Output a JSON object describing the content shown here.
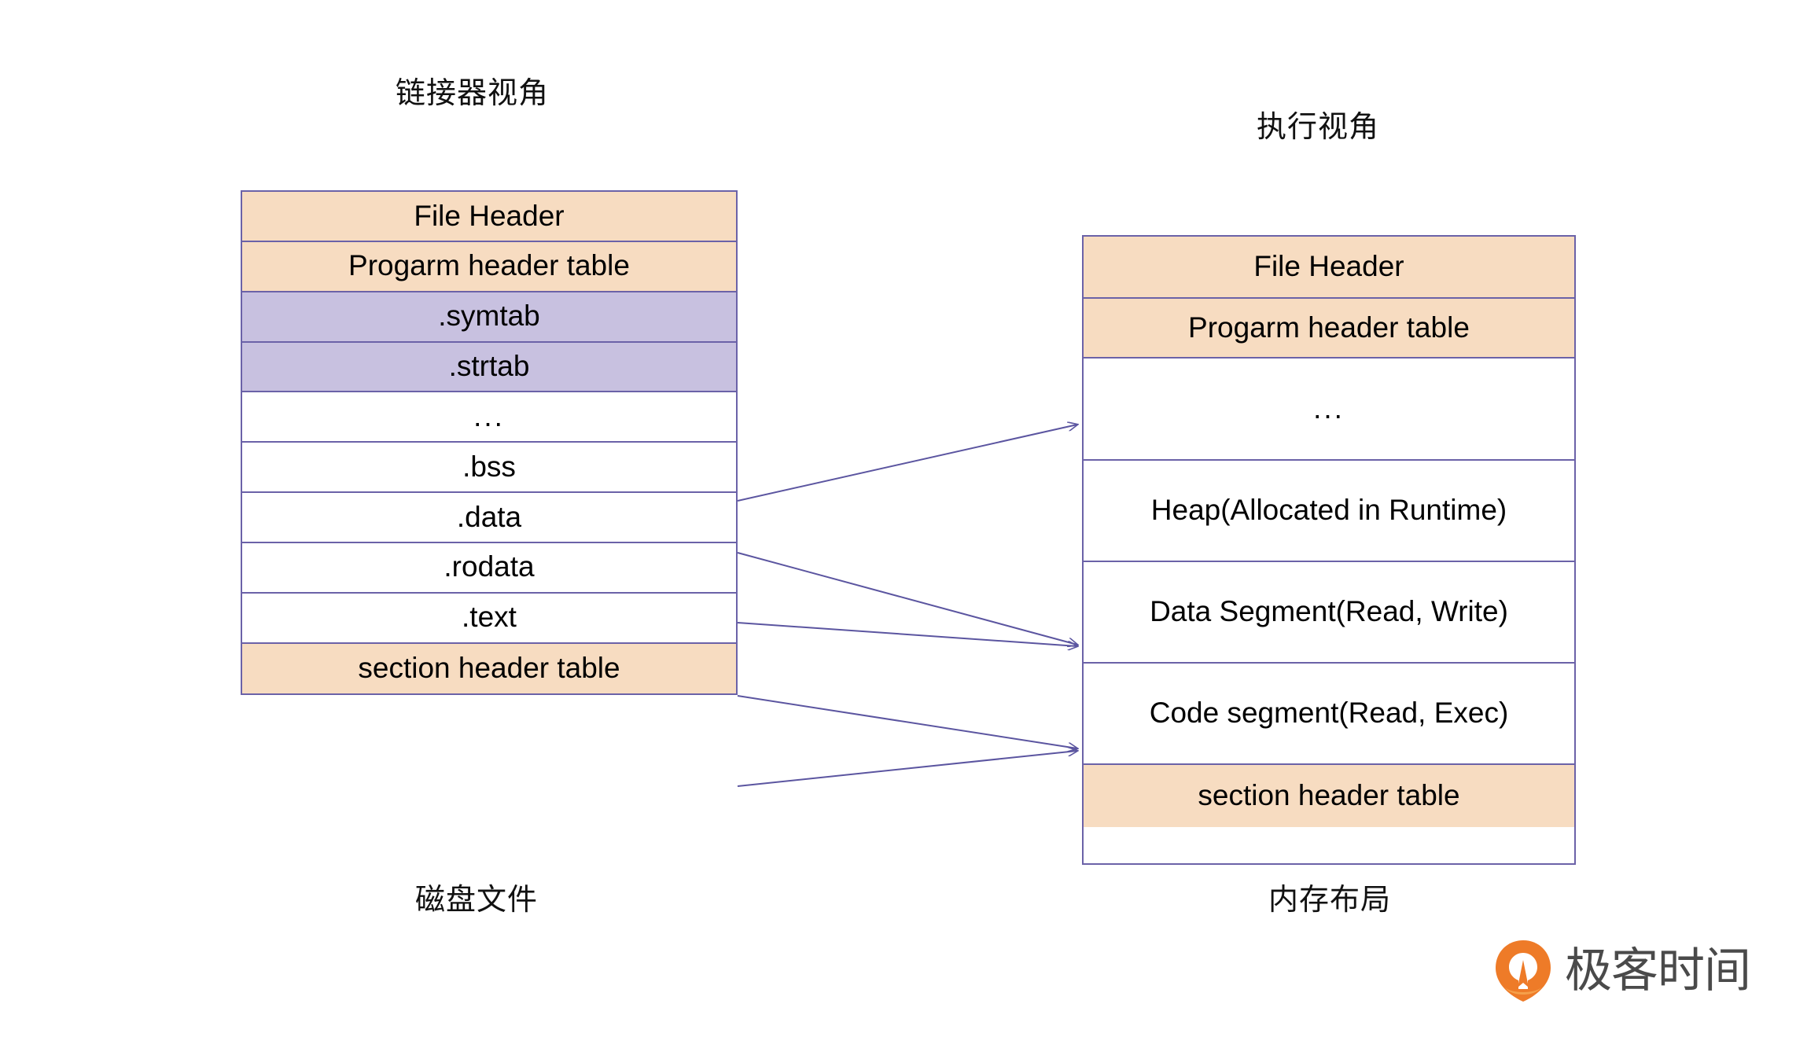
{
  "diagram": {
    "linker_view": {
      "title": "链接器视角",
      "caption": "磁盘文件",
      "rows": [
        {
          "label": "File Header",
          "fill": "orange"
        },
        {
          "label": "Progarm header table",
          "fill": "orange"
        },
        {
          "label": ".symtab",
          "fill": "purple"
        },
        {
          "label": ".strtab",
          "fill": "purple"
        },
        {
          "label": "...",
          "fill": "white"
        },
        {
          "label": ".bss",
          "fill": "white"
        },
        {
          "label": ".data",
          "fill": "white"
        },
        {
          "label": ".rodata",
          "fill": "white"
        },
        {
          "label": ".text",
          "fill": "white"
        },
        {
          "label": "section header table",
          "fill": "orange"
        }
      ]
    },
    "execution_view": {
      "title": "执行视角",
      "caption": "内存布局",
      "rows": [
        {
          "label": "File Header",
          "fill": "orange"
        },
        {
          "label": "Progarm header table",
          "fill": "orange"
        },
        {
          "label": "...",
          "fill": "white"
        },
        {
          "label": "Heap(Allocated in Runtime)",
          "fill": "white"
        },
        {
          "label": "Data Segment(Read, Write)",
          "fill": "white"
        },
        {
          "label": "Code segment(Read, Exec)",
          "fill": "white"
        },
        {
          "label": "section header table",
          "fill": "orange"
        }
      ]
    },
    "mappings": [
      {
        "from": "...",
        "to": "..."
      },
      {
        "from": ".bss",
        "to": "Data Segment(Read, Write)"
      },
      {
        "from": ".data",
        "to": "Data Segment(Read, Write)"
      },
      {
        "from": ".rodata",
        "to": "Code segment(Read, Exec)"
      },
      {
        "from": ".text",
        "to": "Code segment(Read, Exec)"
      }
    ]
  },
  "branding": {
    "wordmark": "极客时间",
    "mark_icon": "geektime-pin-icon"
  },
  "colors": {
    "border": "#6B62A8",
    "orange_fill": "#F7DCC1",
    "purple_fill": "#C8C1E0",
    "white_fill": "#FFFFFF",
    "arrow": "#5B55A0",
    "brand_orange": "#EE7B28",
    "wordmark_gray": "#4A4A4A"
  }
}
